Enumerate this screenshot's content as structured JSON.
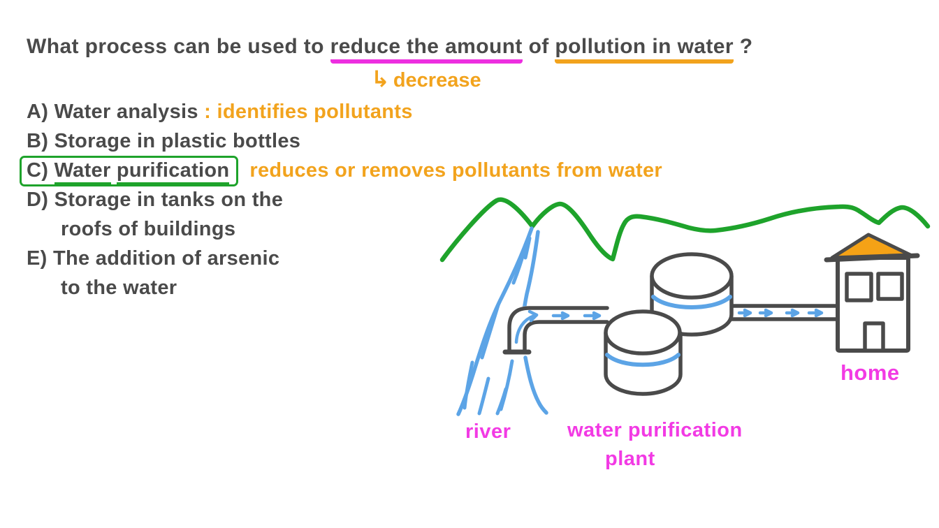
{
  "palette": {
    "ink": "#4a4a4a",
    "orange": "#f2a31d",
    "magenta": "#ed2fe0",
    "pink": "#f23ae4",
    "green": "#1ea32b",
    "blue": "#5ca4e6",
    "roof": "#f5a216"
  },
  "question": {
    "part1": "What process can be used to ",
    "highlight1": "reduce the amount",
    "part2": " of ",
    "highlight2": "pollution in water",
    "part3": " ?",
    "note_arrow": "↳",
    "note": "decrease"
  },
  "options": {
    "a": {
      "label": "A) ",
      "text": "Water analysis ",
      "note": ": identifies pollutants"
    },
    "b": {
      "label": "B) ",
      "text": "Storage in plastic bottles"
    },
    "c": {
      "label": "C) ",
      "word1": "Water",
      "sep": " ",
      "word2": "purification",
      "note": "reduces or removes pollutants from water"
    },
    "d": {
      "label": "D) ",
      "line1": "Storage in tanks on the",
      "line2": "roofs of buildings"
    },
    "e": {
      "label": "E) ",
      "line1": "The addition of arsenic",
      "line2": "to the water"
    }
  },
  "diagram": {
    "river_label": "river",
    "plant_label_line1": "water purification",
    "plant_label_line2": "plant",
    "home_label": "home"
  }
}
